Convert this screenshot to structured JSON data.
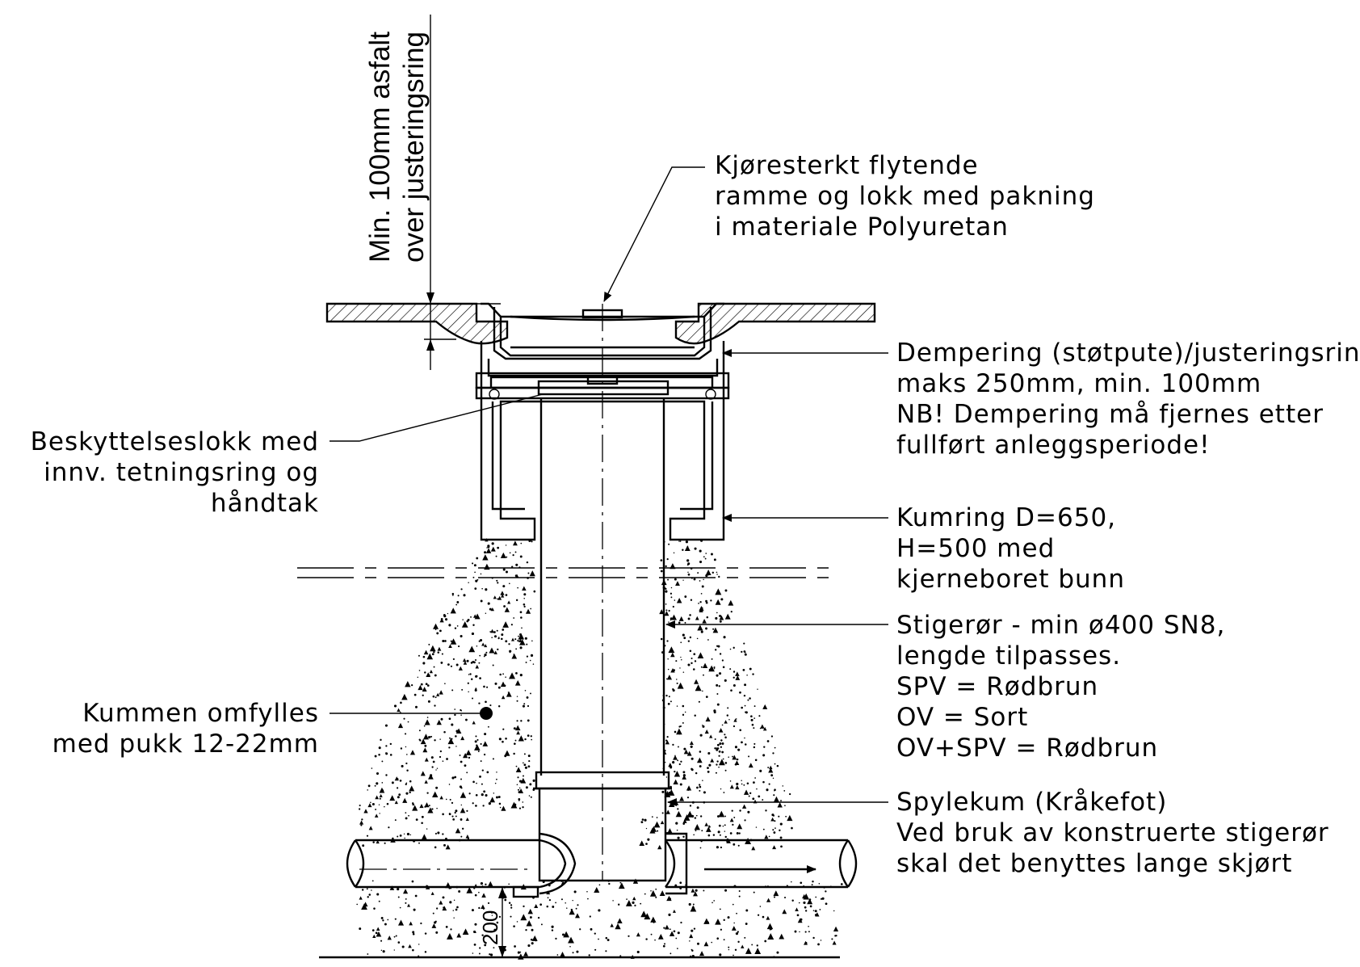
{
  "diagram": {
    "dimension_cover_lines": [
      "Min. 100mm asfalt",
      "over justeringsring"
    ],
    "dimension_bottom": "200",
    "labels": {
      "frame_cover": [
        "Kjøresterkt flytende",
        "ramme og lokk med pakning",
        "i materiale Polyuretan"
      ],
      "damping": [
        "Dempering (støtpute)/justeringsring",
        "maks 250mm, min. 100mm",
        "NB! Dempering må fjernes etter",
        "fullført anleggsperiode!"
      ],
      "protection_lid": [
        "Beskyttelseslokk med",
        "innv. tetningsring og",
        "håndtak"
      ],
      "manhole_ring": [
        "Kumring D=650,",
        "H=500 med",
        "kjerneboret bunn"
      ],
      "riser_pipe": [
        "Stigerør - min ø400 SN8,",
        "lengde tilpasses.",
        "SPV = Rødbrun",
        "OV = Sort",
        "OV+SPV = Rødbrun"
      ],
      "backfill": [
        "Kummen omfylles",
        "med pukk 12-22mm"
      ],
      "flush_manhole": [
        "Spylekum (Kråkefot)",
        "Ved bruk av konstruerte stigerør",
        "skal det benyttes lange skjørt"
      ]
    }
  }
}
